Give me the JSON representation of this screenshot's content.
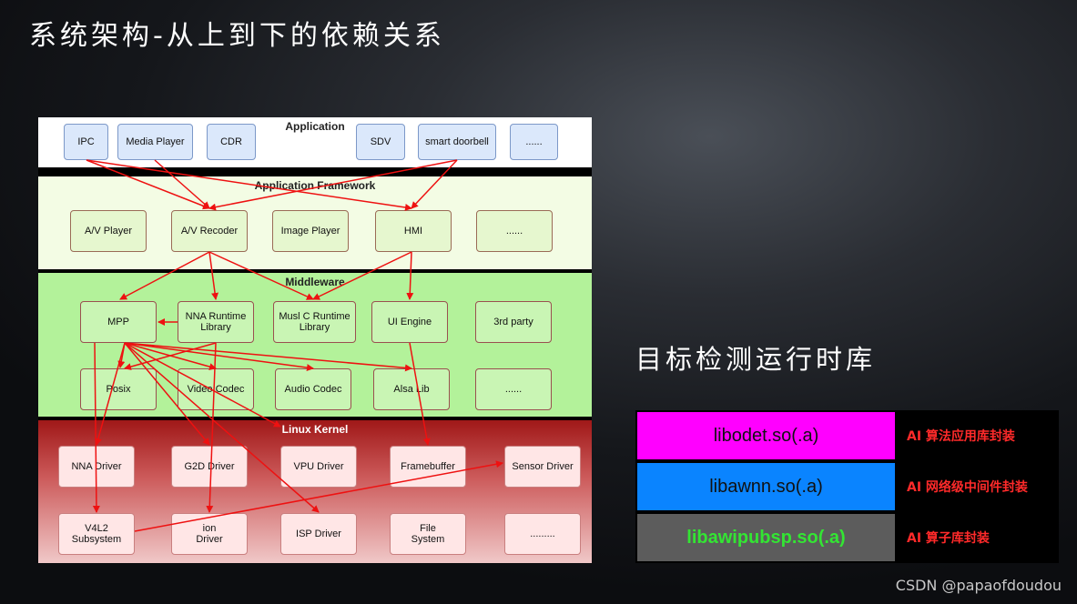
{
  "title": "系统架构-从上到下的依赖关系",
  "layers": {
    "application": {
      "label": "Application",
      "boxes": [
        "IPC",
        "Media Player",
        "CDR",
        "SDV",
        "smart doorbell",
        "......"
      ]
    },
    "framework": {
      "label": "Application Framework",
      "boxes": [
        "A/V Player",
        "A/V Recoder",
        "Image Player",
        "HMI",
        "......"
      ]
    },
    "middleware": {
      "label": "Middleware",
      "row1": [
        "MPP",
        "NNA Runtime Library",
        "Musl C Runtime Library",
        "UI Engine",
        "3rd party"
      ],
      "row2": [
        "Posix",
        "Video Codec",
        "Audio Codec",
        "Alsa Lib",
        "......"
      ]
    },
    "kernel": {
      "label": "Linux Kernel",
      "row1": [
        "NNA Driver",
        "G2D Driver",
        "VPU Driver",
        "Framebuffer",
        "Sensor Driver"
      ],
      "row2": [
        "V4L2 Subsystem",
        "ion Driver",
        "ISP Driver",
        "File System",
        "........."
      ]
    }
  },
  "right_title": "目标检测运行时库",
  "libs": [
    {
      "name": "libodet.so(.a)",
      "desc": "AI 算法应用库封装",
      "bg": "#ff00ff",
      "fg": "#111111"
    },
    {
      "name": "libawnn.so(.a)",
      "desc": "AI 网络级中间件封装",
      "bg": "#0a84ff",
      "fg": "#111111"
    },
    {
      "name": "libawipubsp.so(.a)",
      "desc": "AI 算子库封装",
      "bg": "#5c5c5c",
      "fg": "#33e533"
    }
  ],
  "colors": {
    "arrow": "#ee1111",
    "app_bg": "#ffffff",
    "fw_bg": "#f3fce4",
    "mw_bg": "#b3f29a",
    "kernel_bg": "#a01818"
  },
  "watermark": "CSDN @papaofdoudou"
}
